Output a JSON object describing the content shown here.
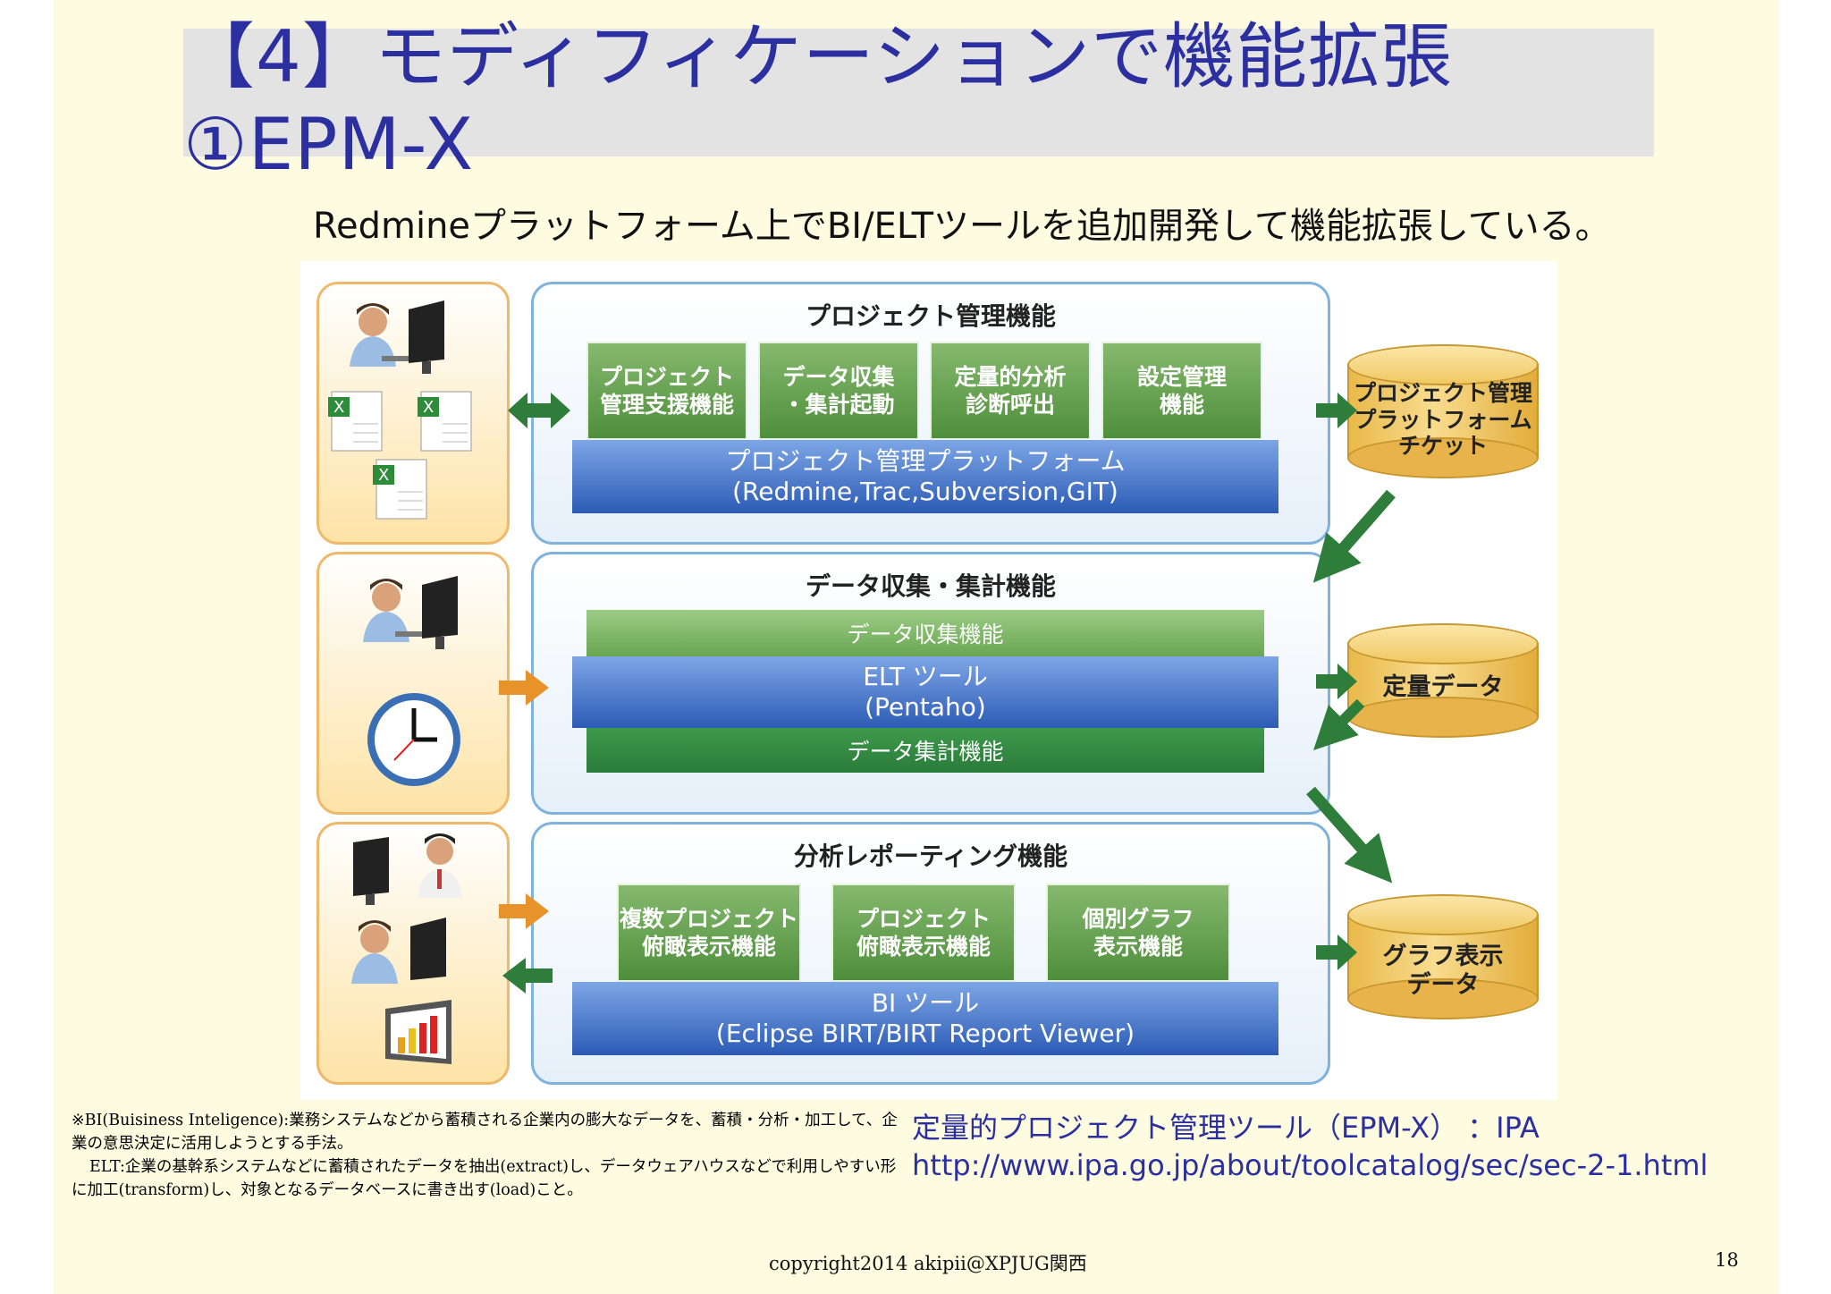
{
  "title": "【4】モディフィケーションで機能拡張①EPM-X",
  "subtitle": "Redmineプラットフォーム上でBI/ELTツールを追加開発して機能拡張している。",
  "groups": {
    "pm": {
      "title": "プロジェクト管理機能",
      "modules": [
        "プロジェクト\n管理支援機能",
        "データ収集\n・集計起動",
        "定量的分析\n診断呼出",
        "設定管理\n機能"
      ],
      "platform_line1": "プロジェクト管理プラットフォーム",
      "platform_line2": "(Redmine,Trac,Subversion,GIT)"
    },
    "data": {
      "title": "データ収集・集計機能",
      "collect": "データ収集機能",
      "elt_line1": "ELT ツール",
      "elt_line2": "(Pentaho)",
      "aggregate": "データ集計機能"
    },
    "report": {
      "title": "分析レポーティング機能",
      "modules": [
        "複数プロジェクト\n俯瞰表示機能",
        "プロジェクト\n俯瞰表示機能",
        "個別グラフ\n表示機能"
      ],
      "bi_line1": "BI ツール",
      "bi_line2": "(Eclipse BIRT/BIRT Report Viewer)"
    }
  },
  "stores": {
    "ticket": "プロジェクト管理\nプラットフォーム\nチケット",
    "quant": "定量データ",
    "graph": "グラフ表示\nデータ"
  },
  "notes": {
    "bi": "※BI(Buisiness Inteligence):業務システムなどから蓄積される企業内の膨大なデータを、蓄積・分析・加工して、企業の意思決定に活用しようとする手法。",
    "elt": "ELT:企業の基幹系システムなどに蓄積されたデータを抽出(extract)し、データウェアハウスなどで利用しやすい形に加工(transform)し、対象となるデータベースに書き出す(load)こと。"
  },
  "reference": {
    "label": "定量的プロジェクト管理ツール（EPM-X） ：IPA",
    "url": "http://www.ipa.go.jp/about/toolcatalog/sec/sec-2-1.html"
  },
  "footer": {
    "copyright": "copyright2014 akipii@XPJUG関西",
    "page": "18"
  },
  "colors": {
    "title": "#2b2fa0",
    "green_module": "#5c9a48",
    "blue_bar": "#2c5bb5",
    "cylinder": "#e9b94a",
    "arrow_green": "#2e7d3a",
    "arrow_orange": "#e8922a"
  }
}
